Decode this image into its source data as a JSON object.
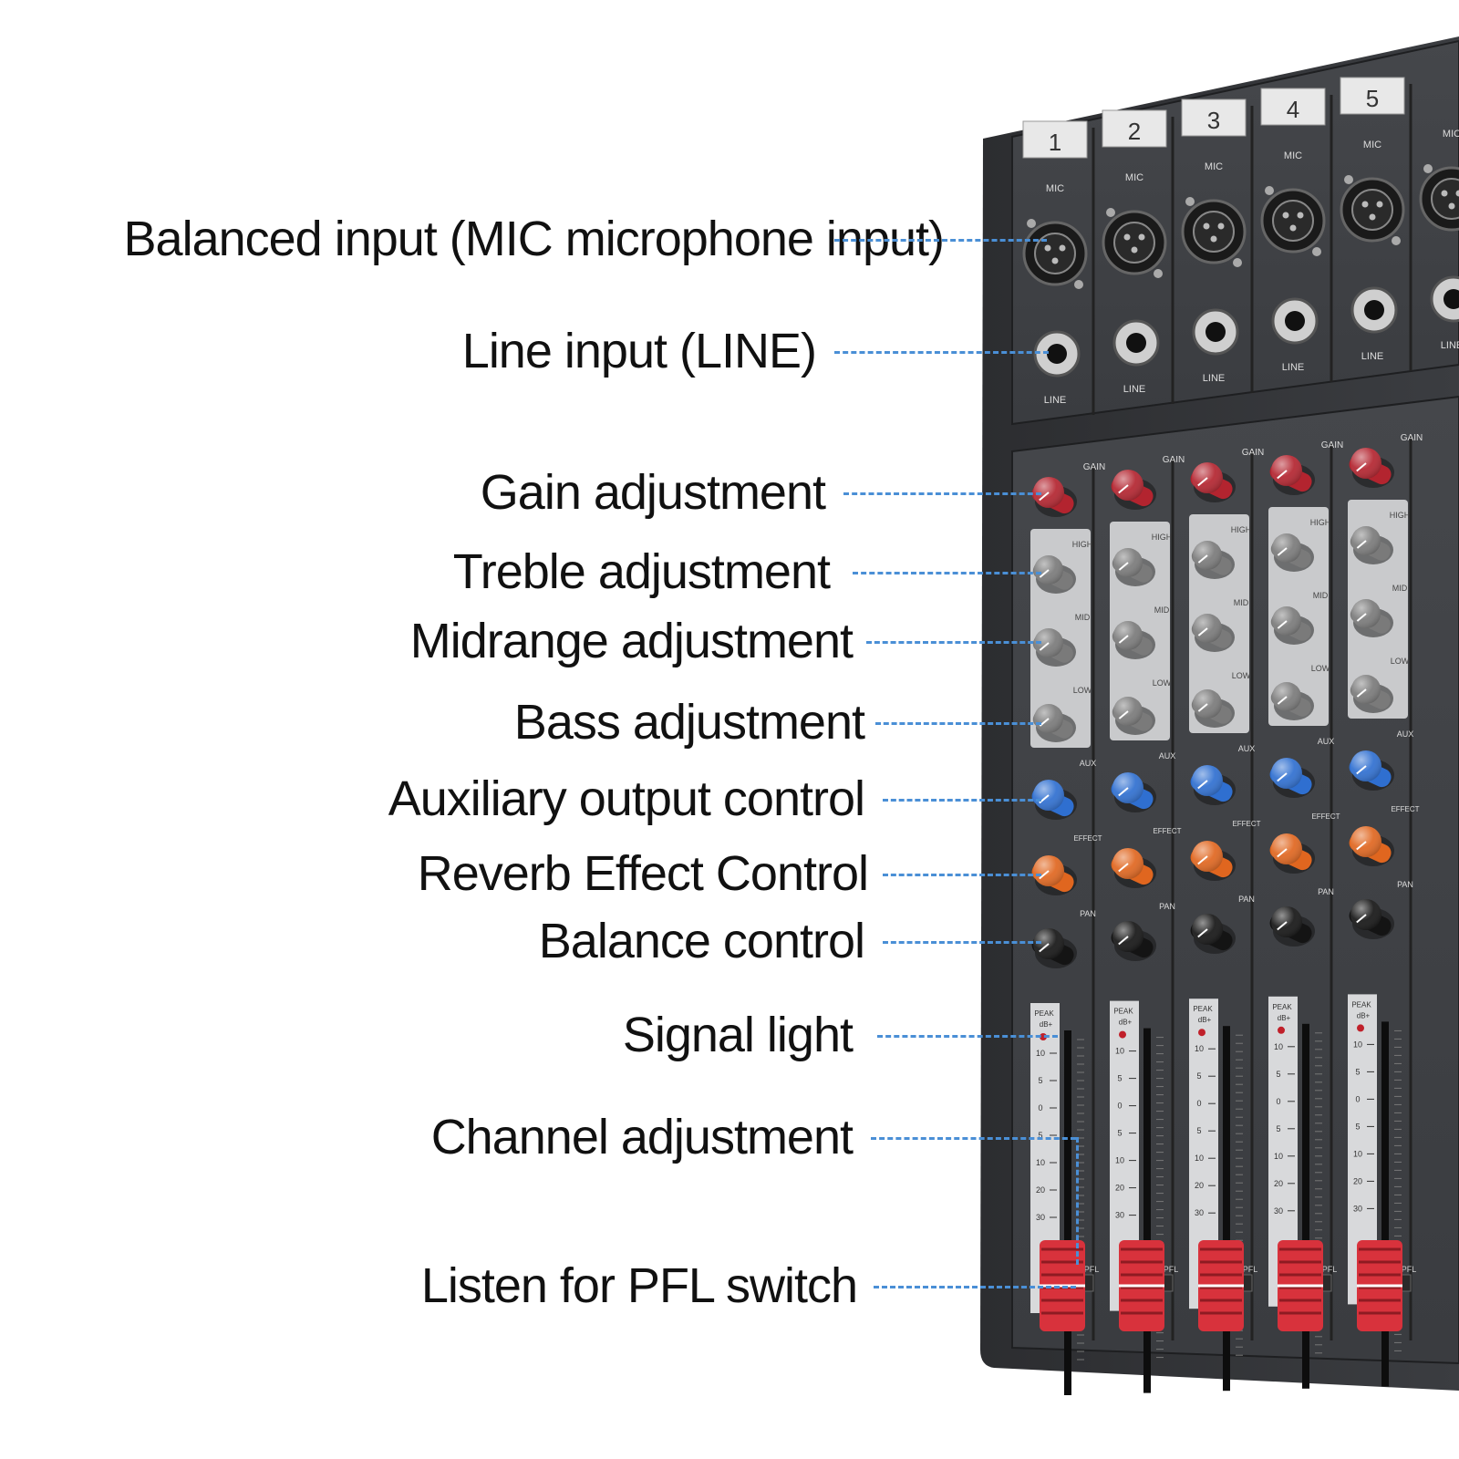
{
  "callouts": [
    {
      "label": "Balanced input (MIC microphone input)"
    },
    {
      "label": "Line input (LINE)"
    },
    {
      "label": "Gain adjustment"
    },
    {
      "label": "Treble adjustment"
    },
    {
      "label": "Midrange adjustment"
    },
    {
      "label": "Bass adjustment"
    },
    {
      "label": "Auxiliary output control"
    },
    {
      "label": "Reverb Effect Control"
    },
    {
      "label": "Balance control"
    },
    {
      "label": "Signal light"
    },
    {
      "label": "Channel adjustment"
    },
    {
      "label": "Listen for PFL switch"
    }
  ],
  "mixer": {
    "channel_numbers": [
      "1",
      "2",
      "3",
      "4",
      "5"
    ],
    "mic_label": "MIC",
    "line_label": "LINE",
    "gain_label": "GAIN",
    "treble_label": "HIGH",
    "mid_label": "MID",
    "bass_label": "LOW",
    "aux_label": "AUX",
    "effect_label": "EFFECT",
    "pan_label": "PAN",
    "peak_label": "PEAK",
    "db_label": "dB+",
    "pfl_label": "PFL",
    "fader_scale": [
      "10",
      "5",
      "0",
      "5",
      "10",
      "20",
      "30"
    ],
    "colors": {
      "gain_knob": "#b3242f",
      "eq_knob": "#7a7a7a",
      "aux_knob": "#2f6fd0",
      "effect_knob": "#e0661f",
      "pan_knob": "#141414",
      "fader_cap": "#d8323c",
      "leader_line": "#4a8fd6"
    }
  }
}
